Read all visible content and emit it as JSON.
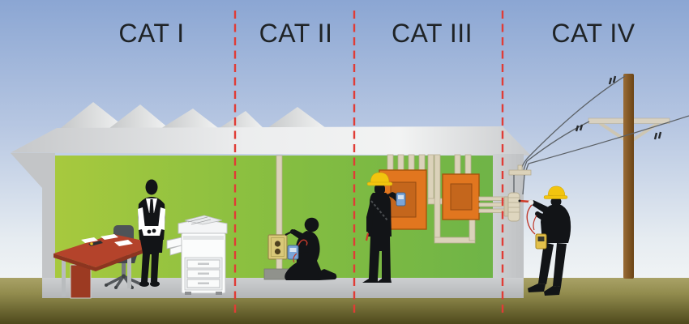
{
  "labels": {
    "cat1": "CAT I",
    "cat2": "CAT II",
    "cat3": "CAT III",
    "cat4": "CAT IV"
  },
  "colors": {
    "sky_top": "#8ba6d3",
    "sky_horizon": "#f1f4f5",
    "ground_top": "#a9a267",
    "ground_bottom": "#4e491c",
    "divider_red": "#e03c36",
    "label_text": "#1f2326",
    "wall_green_left": "#a7c93e",
    "wall_green_right": "#6fb447",
    "building_gray": "#c9cbcd",
    "panel_orange": "#e1761f",
    "panel_inner_orange": "#c4661c",
    "conduit_beige": "#dbd2ba",
    "outlet_tan": "#d9c878",
    "desk_red": "#b4432b",
    "desk_front": "#9c3a22",
    "hard_hat_yellow": "#f2c40e",
    "meter_blue": "#7aa5d8",
    "meter_yellow": "#e3c14b",
    "pole_brown": "#8a5a2b",
    "silhouette_black": "#121417",
    "wire_gray": "#5c6166",
    "probe_red": "#c0392b"
  },
  "scene": {
    "zones": [
      {
        "label": "CAT I",
        "depicts": "office interior with worker, desk and photocopier"
      },
      {
        "label": "CAT II",
        "depicts": "technician testing a wall outlet with a multimeter"
      },
      {
        "label": "CAT III",
        "depicts": "electrician at distribution panels with a multimeter"
      },
      {
        "label": "CAT IV",
        "depicts": "lineworker testing the service entrance below the utility pole"
      }
    ]
  }
}
